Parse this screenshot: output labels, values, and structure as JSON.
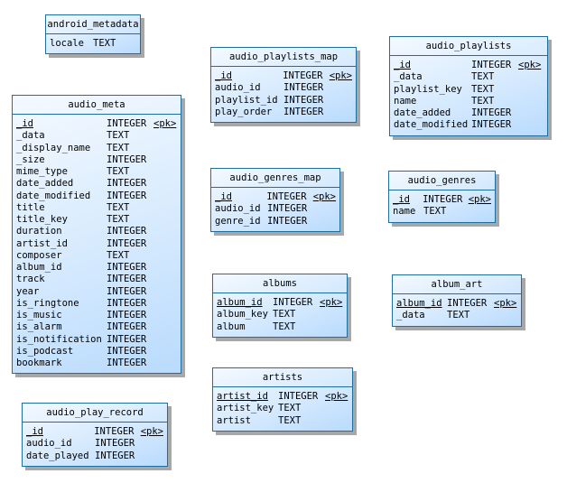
{
  "tables": [
    {
      "id": "android_metadata",
      "name": "android_metadata",
      "cols": [
        [
          "locale",
          "TEXT",
          ""
        ]
      ]
    },
    {
      "id": "audio_meta",
      "name": "audio_meta",
      "cols": [
        [
          "_id",
          "INTEGER",
          "<pk>"
        ],
        [
          "_data",
          "TEXT",
          ""
        ],
        [
          "_display_name",
          "TEXT",
          ""
        ],
        [
          "_size",
          "INTEGER",
          ""
        ],
        [
          "mime_type",
          "TEXT",
          ""
        ],
        [
          "date_added",
          "INTEGER",
          ""
        ],
        [
          "date_modified",
          "INTEGER",
          ""
        ],
        [
          "title",
          "TEXT",
          ""
        ],
        [
          "title_key",
          "TEXT",
          ""
        ],
        [
          "duration",
          "INTEGER",
          ""
        ],
        [
          "artist_id",
          "INTEGER",
          ""
        ],
        [
          "composer",
          "TEXT",
          ""
        ],
        [
          "album_id",
          "INTEGER",
          ""
        ],
        [
          "track",
          "INTEGER",
          ""
        ],
        [
          "year",
          "INTEGER",
          ""
        ],
        [
          "is_ringtone",
          "INTEGER",
          ""
        ],
        [
          "is_music",
          "INTEGER",
          ""
        ],
        [
          "is_alarm",
          "INTEGER",
          ""
        ],
        [
          "is_notification",
          "INTEGER",
          ""
        ],
        [
          "is_podcast",
          "INTEGER",
          ""
        ],
        [
          "bookmark",
          "INTEGER",
          ""
        ]
      ]
    },
    {
      "id": "audio_play_record",
      "name": "audio_play_record",
      "cols": [
        [
          "_id",
          "INTEGER",
          "<pk>"
        ],
        [
          "audio_id",
          "INTEGER",
          ""
        ],
        [
          "date_played",
          "INTEGER",
          ""
        ]
      ]
    },
    {
      "id": "audio_playlists_map",
      "name": "audio_playlists_map",
      "cols": [
        [
          "_id",
          "INTEGER",
          "<pk>"
        ],
        [
          "audio_id",
          "INTEGER",
          ""
        ],
        [
          "playlist_id",
          "INTEGER",
          ""
        ],
        [
          "play_order",
          "INTEGER",
          ""
        ]
      ]
    },
    {
      "id": "audio_playlists",
      "name": "audio_playlists",
      "cols": [
        [
          "_id",
          "INTEGER",
          "<pk>"
        ],
        [
          "_data",
          "TEXT",
          ""
        ],
        [
          "playlist_key",
          "TEXT",
          ""
        ],
        [
          "name",
          "TEXT",
          ""
        ],
        [
          "date_added",
          "INTEGER",
          ""
        ],
        [
          "date_modified",
          "INTEGER",
          ""
        ]
      ]
    },
    {
      "id": "audio_genres_map",
      "name": "audio_genres_map",
      "cols": [
        [
          "_id",
          "INTEGER",
          "<pk>"
        ],
        [
          "audio_id",
          "INTEGER",
          ""
        ],
        [
          "genre_id",
          "INTEGER",
          ""
        ]
      ]
    },
    {
      "id": "audio_genres",
      "name": "audio_genres",
      "cols": [
        [
          "_id",
          "INTEGER",
          "<pk>"
        ],
        [
          "name",
          "TEXT",
          ""
        ]
      ]
    },
    {
      "id": "albums",
      "name": "albums",
      "cols": [
        [
          "album_id",
          "INTEGER",
          "<pk>"
        ],
        [
          "album_key",
          "TEXT",
          ""
        ],
        [
          "album",
          "TEXT",
          ""
        ]
      ]
    },
    {
      "id": "album_art",
      "name": "album_art",
      "cols": [
        [
          "album_id",
          "INTEGER",
          "<pk>"
        ],
        [
          "_data",
          "TEXT",
          ""
        ]
      ]
    },
    {
      "id": "artists",
      "name": "artists",
      "cols": [
        [
          "artist_id",
          "INTEGER",
          "<pk>"
        ],
        [
          "artist_key",
          "TEXT",
          ""
        ],
        [
          "artist",
          "TEXT",
          ""
        ]
      ]
    }
  ]
}
